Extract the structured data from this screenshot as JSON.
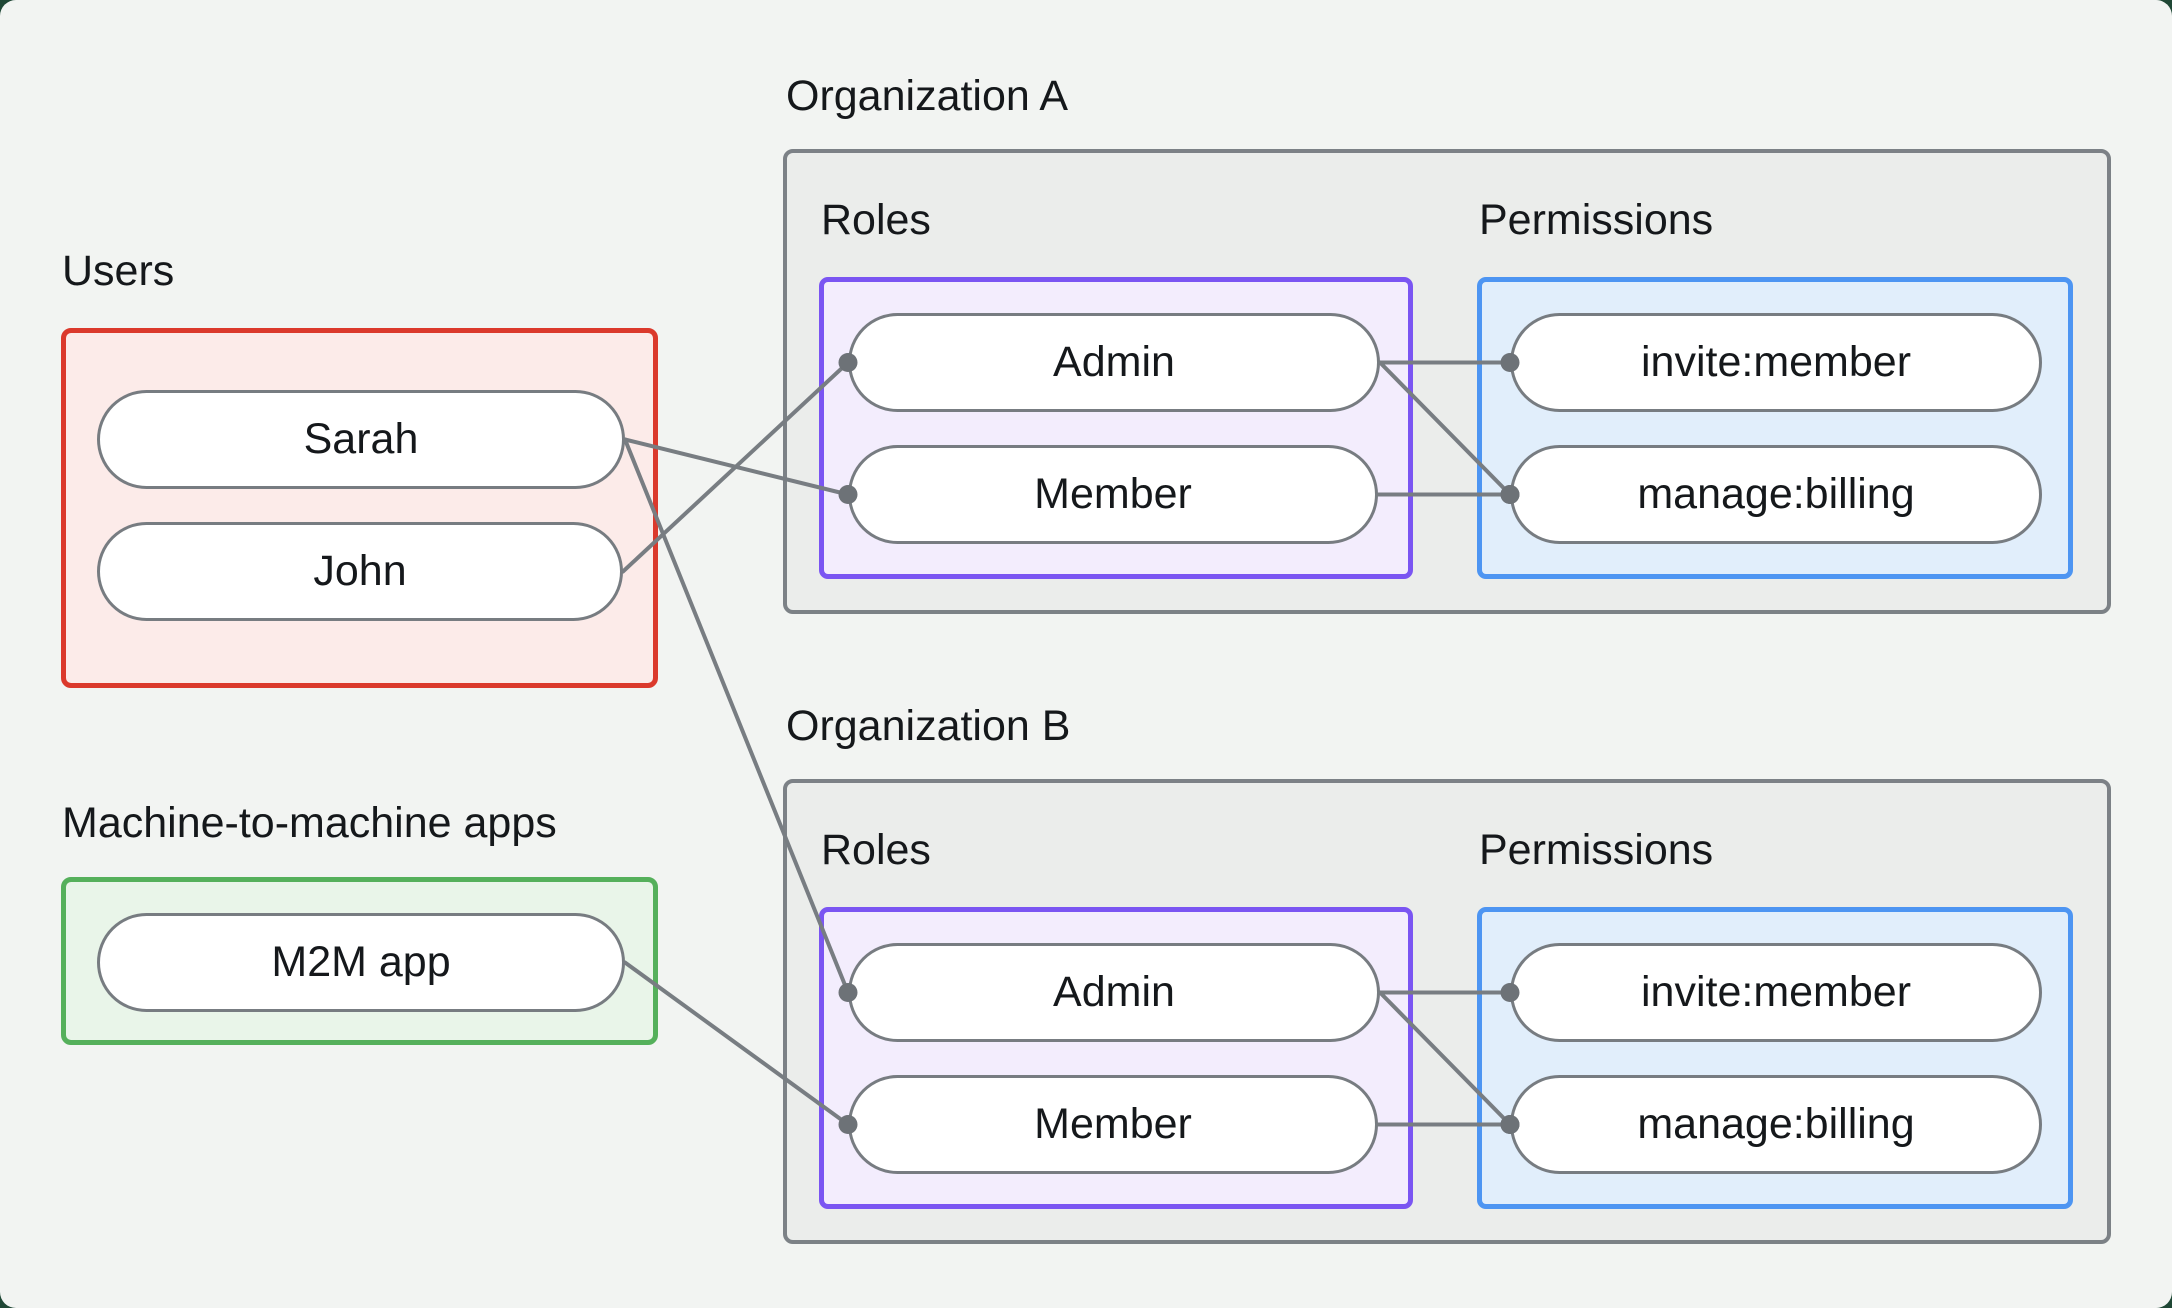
{
  "colors": {
    "frame": "#1f4735",
    "canvas_bg": "#f2f4f2",
    "org_box_bg": "#ebedeb",
    "org_box_border": "#7c8186",
    "users_box_border": "#db392c",
    "users_box_bg": "#fcebe9",
    "m2m_box_border": "#55b05b",
    "m2m_box_bg": "#e9f5e9",
    "roles_box_border": "#7a55f2",
    "roles_box_bg": "#f3edfd",
    "permissions_box_border": "#4d95f2",
    "permissions_box_bg": "#e1eefb",
    "pill_border": "#777c81",
    "pill_bg": "#ffffff",
    "connector": "#787d82",
    "connector_dot": "#6d7277",
    "text": "#15181b"
  },
  "users": {
    "label": "Users",
    "items": [
      "Sarah",
      "John"
    ]
  },
  "m2m": {
    "label": "Machine-to-machine apps",
    "items": [
      "M2M app"
    ]
  },
  "org_a": {
    "title": "Organization A",
    "roles_label": "Roles",
    "permissions_label": "Permissions",
    "roles": [
      "Admin",
      "Member"
    ],
    "permissions": [
      "invite:member",
      "manage:billing"
    ]
  },
  "org_b": {
    "title": "Organization B",
    "roles_label": "Roles",
    "permissions_label": "Permissions",
    "roles": [
      "Admin",
      "Member"
    ],
    "permissions": [
      "invite:member",
      "manage:billing"
    ]
  },
  "edges": [
    {
      "from": "sarah",
      "to": "orgA-member"
    },
    {
      "from": "sarah",
      "to": "orgB-admin"
    },
    {
      "from": "john",
      "to": "orgA-admin"
    },
    {
      "from": "m2m",
      "to": "orgB-member"
    },
    {
      "from": "orgA-admin",
      "to": "orgA-invite"
    },
    {
      "from": "orgA-admin",
      "to": "orgA-manage"
    },
    {
      "from": "orgA-member",
      "to": "orgA-manage"
    },
    {
      "from": "orgB-admin",
      "to": "orgB-invite"
    },
    {
      "from": "orgB-admin",
      "to": "orgB-manage"
    },
    {
      "from": "orgB-member",
      "to": "orgB-manage"
    }
  ]
}
